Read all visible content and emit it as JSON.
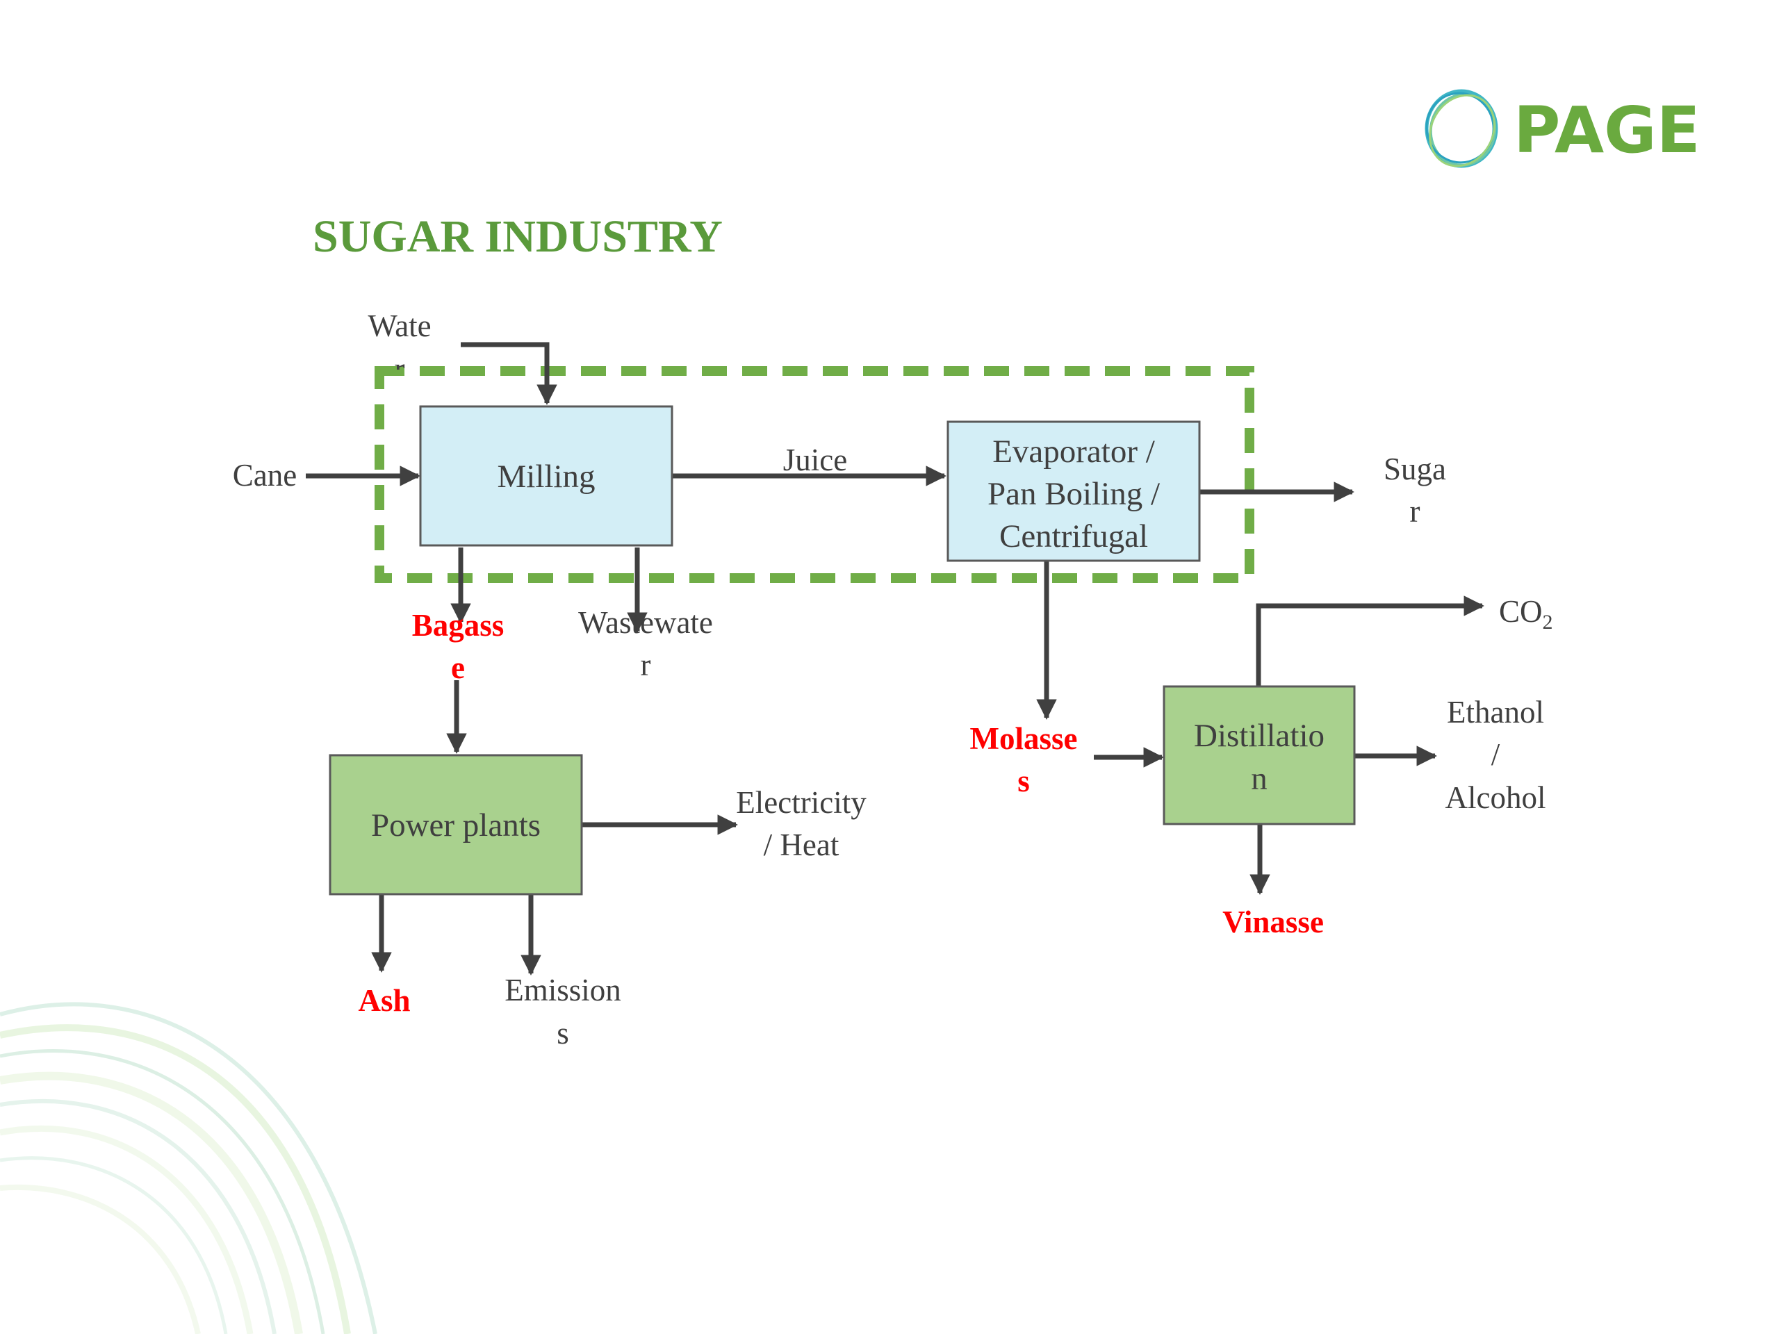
{
  "slide": {
    "title": "SUGAR INDUSTRY",
    "logo_text": "PAGE",
    "logo_icon": "page-ring-icon"
  },
  "colors": {
    "title_green": "#5a9a3b",
    "logo_green": "#6aaa3f",
    "logo_teal": "#3fb6c6",
    "dashed_green": "#70ad47",
    "box_blue": "#d3eef6",
    "box_green": "#a9d18e",
    "arrow": "#404040",
    "text_gray": "#3f3f3f",
    "red": "#ff0000"
  },
  "diagram": {
    "boxes": {
      "milling": "Milling",
      "evaporator": [
        "Evaporator /",
        "Pan Boiling /",
        "Centrifugal"
      ],
      "power_plants": "Power plants",
      "distillation": [
        "Distillatio",
        "n"
      ]
    },
    "labels": {
      "water": [
        "Wate",
        "r"
      ],
      "cane": "Cane",
      "juice": "Juice",
      "sugar": [
        "Suga",
        "r"
      ],
      "bagasse": [
        "Bagass",
        "e"
      ],
      "wastewater": [
        "Wastewate",
        "r"
      ],
      "molasses": [
        "Molasse",
        "s"
      ],
      "co2": "CO",
      "co2_sub": "2",
      "ethanol": [
        "Ethanol",
        "/",
        "Alcohol"
      ],
      "electricity": [
        "Electricity",
        "/ Heat"
      ],
      "vinasse": "Vinasse",
      "ash": "Ash",
      "emissions": [
        "Emission",
        "s"
      ]
    }
  }
}
